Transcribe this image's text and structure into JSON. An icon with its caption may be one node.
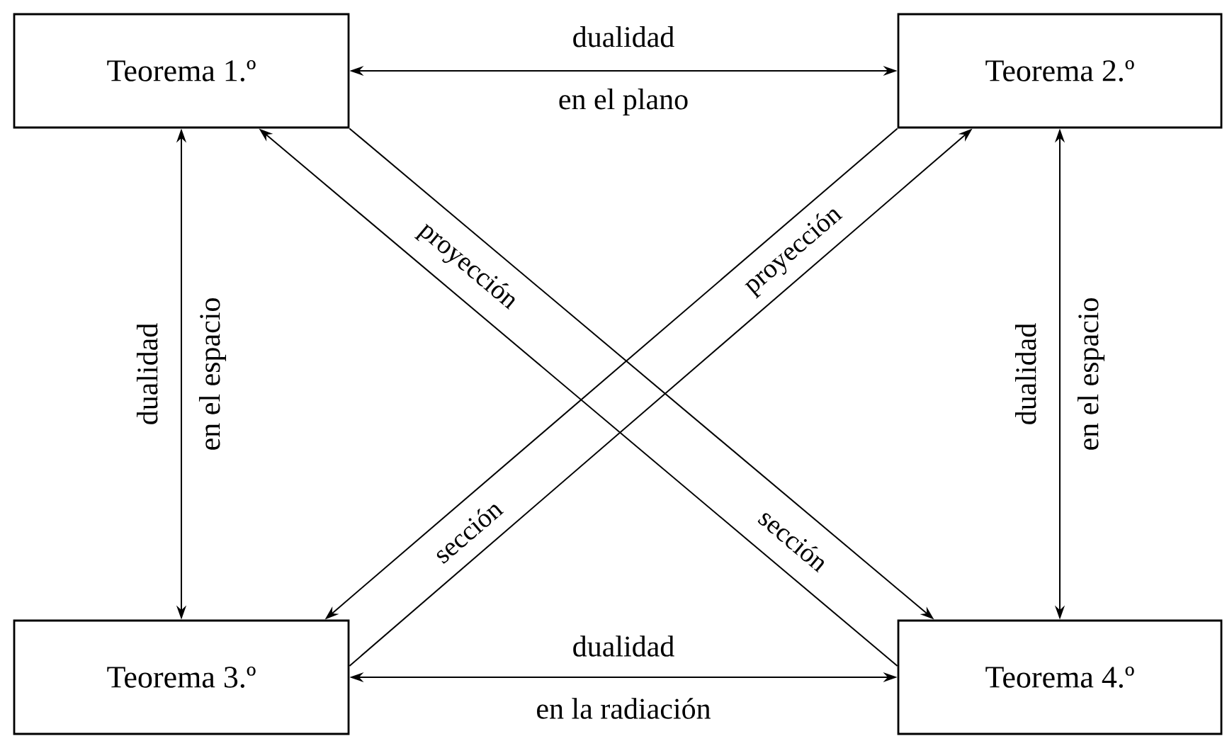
{
  "diagram": {
    "nodes": [
      {
        "text": [
          "Teorema 1.º"
        ]
      },
      {
        "text": [
          "Teorema 2.º"
        ]
      },
      {
        "text": [
          "Teorema 3.º"
        ]
      },
      {
        "text": [
          "Teorema 4.º"
        ]
      }
    ],
    "edges": [
      {
        "from": 0,
        "to": 1,
        "arrow": "both",
        "label": "dualidad en el plano"
      },
      {
        "from": 0,
        "to": 2,
        "arrow": "both",
        "label": "dualidad en el espacio"
      },
      {
        "from": 1,
        "to": 3,
        "arrow": "both",
        "label": "dualidad en el espacio"
      },
      {
        "from": 2,
        "to": 3,
        "arrow": "both",
        "label": "dualidad en la radiación"
      },
      {
        "from": 0,
        "to": 3,
        "arrow": "to",
        "label": "proyección"
      },
      {
        "from": 3,
        "to": 0,
        "arrow": "to",
        "label": "sección"
      },
      {
        "from": 1,
        "to": 2,
        "arrow": "to",
        "label": "proyección"
      },
      {
        "from": 2,
        "to": 1,
        "arrow": "to",
        "label": "sección"
      }
    ]
  }
}
